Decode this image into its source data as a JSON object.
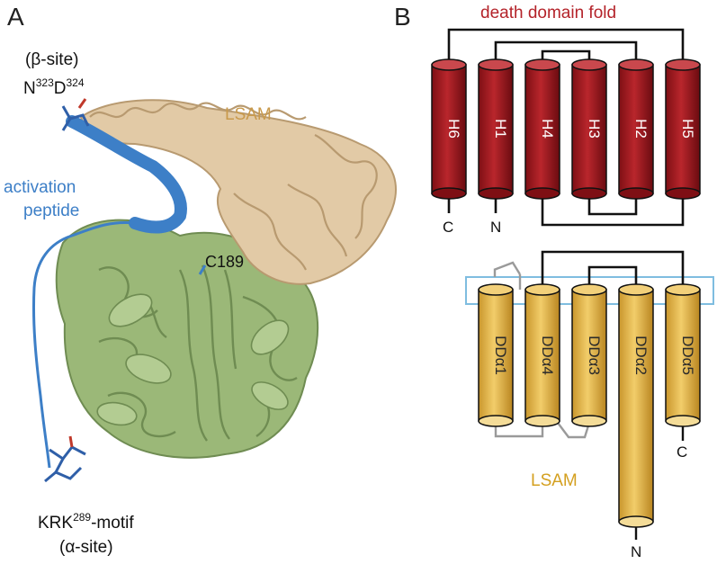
{
  "panels": {
    "a": "A",
    "b": "B"
  },
  "structure": {
    "beta_site": "(β-site)",
    "nd_N": "N",
    "nd_323": "323",
    "nd_D": "D",
    "nd_324": "324",
    "lsam": "LSAM",
    "activation_1": "activation",
    "activation_2": "peptide",
    "c189": "C189",
    "krk_1": "KRK",
    "krk_sup": "289",
    "krk_2": "-motif",
    "alpha_site": "(α-site)"
  },
  "death_domain": {
    "title": "death domain fold",
    "helices": [
      "H6",
      "H1",
      "H4",
      "H3",
      "H2",
      "H5"
    ],
    "terminal_c": "C",
    "terminal_n": "N"
  },
  "lsam_topology": {
    "label": "LSAM",
    "helices": [
      "DDα1",
      "DDα4",
      "DDα3",
      "DDα2",
      "DDα5"
    ],
    "terminal_c": "C",
    "terminal_n": "N"
  },
  "colors": {
    "domain_red": "#a3191f",
    "lsam_gold": "#e0b44a",
    "activation_blue": "#3d7fc7",
    "lsam_tan": "#dcc09a",
    "core_green": "#8fae6b",
    "frame_cyan": "#7fbde0"
  }
}
